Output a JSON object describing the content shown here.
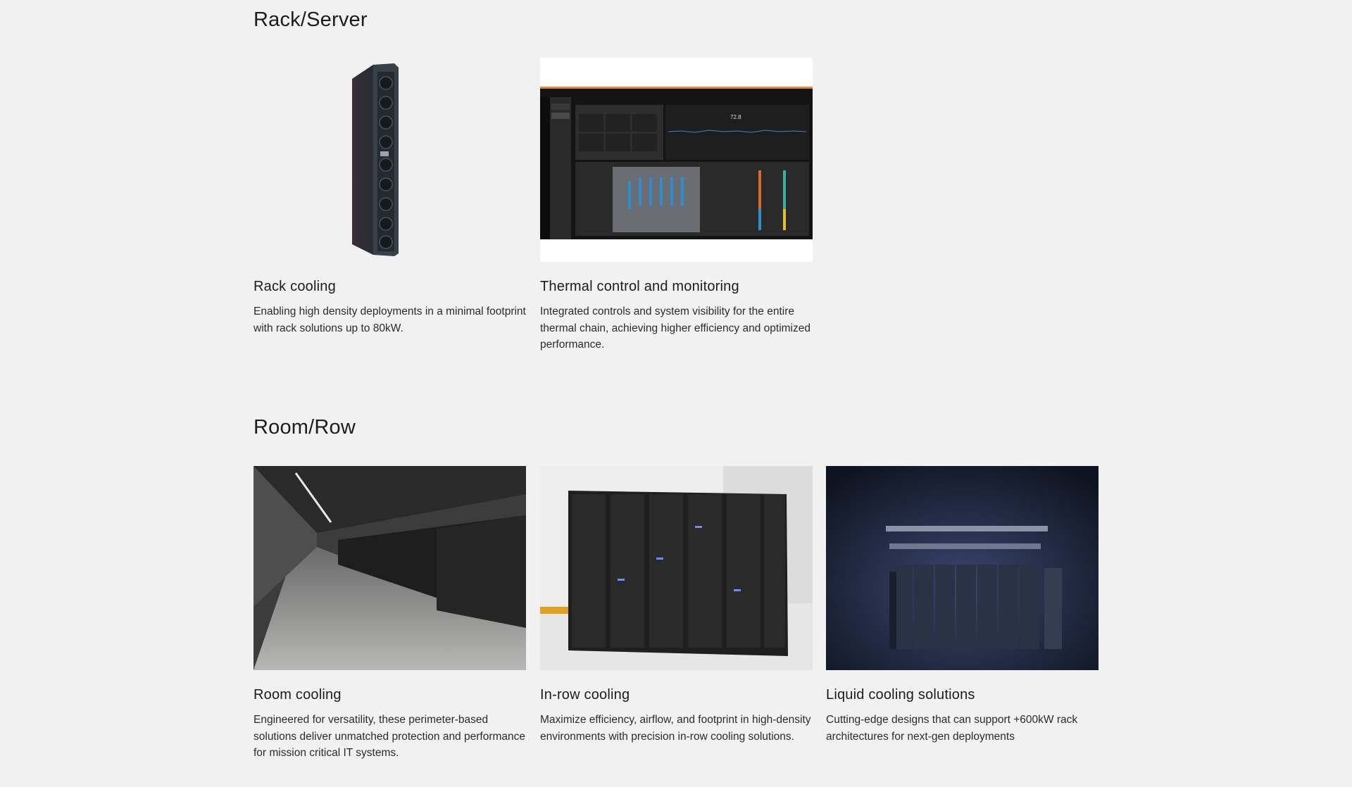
{
  "sections": [
    {
      "title": "Rack/Server",
      "cards": [
        {
          "title": "Rack cooling",
          "description": "Enabling high density deployments in a minimal footprint with rack solutions up to 80kW.",
          "image": "rack-cooling-unit-image"
        },
        {
          "title": "Thermal control and monitoring",
          "description": "Integrated controls and system visibility for the entire thermal chain, achieving higher efficiency and optimized performance.",
          "image": "thermal-monitoring-dashboard-screenshot",
          "dashboard_reading": "72.8"
        }
      ]
    },
    {
      "title": "Room/Row",
      "cards": [
        {
          "title": "Room cooling",
          "description": "Engineered for versatility, these perimeter-based solutions deliver unmatched protection and performance for mission critical IT systems.",
          "image": "data-center-corridor-image"
        },
        {
          "title": "In-row cooling",
          "description": "Maximize efficiency, airflow, and footprint in high-density environments with precision in-row cooling solutions.",
          "image": "in-row-cooling-racks-image"
        },
        {
          "title": "Liquid cooling solutions",
          "description": "Cutting-edge designs that can support +600kW rack architectures for next-gen deployments",
          "image": "liquid-cooling-system-image"
        }
      ]
    }
  ]
}
